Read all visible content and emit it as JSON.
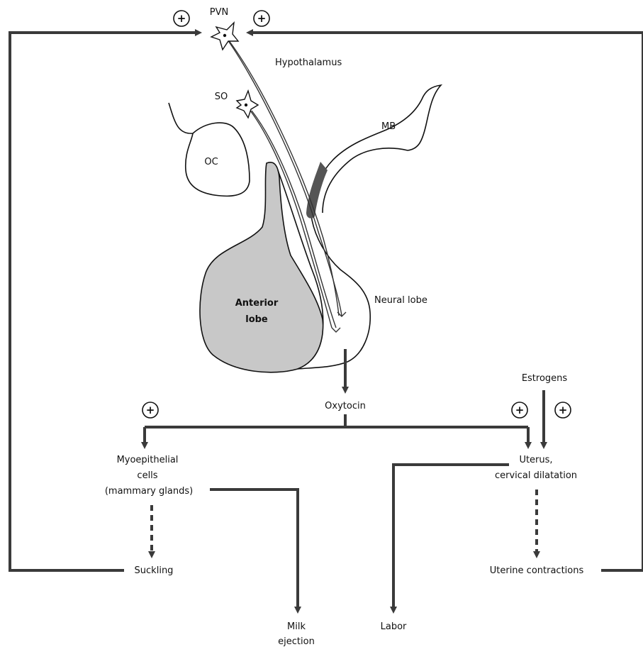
{
  "labels": {
    "pvn": "PVN",
    "so": "SO",
    "hypothalamus": "Hypothalamus",
    "mb": "MB",
    "oc": "OC",
    "anterior_lobe_line1": "Anterior",
    "anterior_lobe_line2": "lobe",
    "neural_lobe": "Neural lobe",
    "oxytocin": "Oxytocin",
    "estrogens": "Estrogens",
    "myoepithelial_line1": "Myoepithelial",
    "myoepithelial_line2": "cells",
    "myoepithelial_line3": "(mammary glands)",
    "uterus_line1": "Uterus,",
    "uterus_line2": "cervical dilatation",
    "suckling": "Suckling",
    "uterine_contractions": "Uterine contractions",
    "milk_line1": "Milk",
    "milk_line2": "ejection",
    "labor": "Labor"
  },
  "plus_sign": "+",
  "colors": {
    "arrow": "#3a3a3a",
    "anterior_lobe_fill": "#c8c8c8",
    "dark_band": "#555555",
    "outline": "#111111"
  }
}
